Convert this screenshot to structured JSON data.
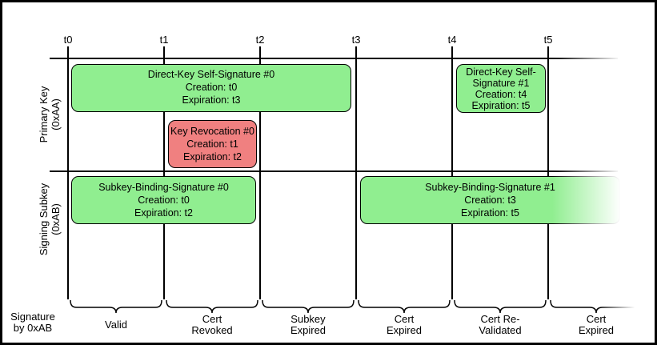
{
  "timeline": {
    "tick_labels": [
      "t0",
      "t1",
      "t2",
      "t3",
      "t4",
      "t5"
    ]
  },
  "rows": [
    {
      "label": "Primary Key\n(0xAA)"
    },
    {
      "label": "Signing Subkey\n(0xAB)"
    }
  ],
  "boxes": [
    {
      "title": "Direct-Key Self-Signature #0",
      "creation": "Creation: t0",
      "expiration": "Expiration: t3",
      "fill": "#90EE90"
    },
    {
      "title": "Key Revocation #0",
      "creation": "Creation: t1",
      "expiration": "Expiration: t2",
      "fill": "#F08080"
    },
    {
      "title": "Direct-Key Self-Signature #1",
      "creation": "Creation: t4",
      "expiration": "Expiration: t5",
      "fill": "#90EE90"
    },
    {
      "title": "Subkey-Binding-Signature #0",
      "creation": "Creation: t0",
      "expiration": "Expiration: t2",
      "fill": "#90EE90"
    },
    {
      "title": "Subkey-Binding-Signature #1",
      "creation": "Creation: t3",
      "expiration": "Expiration: t5",
      "fill": "#90EE90"
    }
  ],
  "bottom": {
    "axis_label": "Signature\nby 0xAB",
    "phases": [
      {
        "label": "Valid"
      },
      {
        "label": "Cert\nRevoked"
      },
      {
        "label": "Subkey\nExpired"
      },
      {
        "label": "Cert\nExpired"
      },
      {
        "label": "Cert Re-\nValidated"
      },
      {
        "label": "Cert\nExpired"
      }
    ]
  },
  "colors": {
    "valid_fill": "#90EE90",
    "revoked_fill": "#F08080",
    "line": "#000000",
    "background": "#FFFFFF"
  }
}
